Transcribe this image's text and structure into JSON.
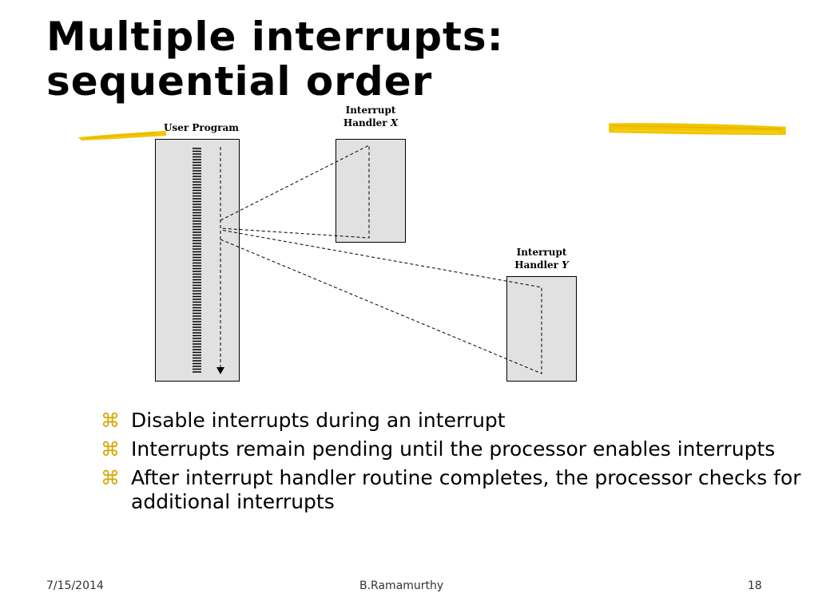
{
  "slide": {
    "title_line1": "Multiple interrupts:",
    "title_line2": "sequential order"
  },
  "diagram": {
    "user_program_label": "User Program",
    "handler_x_line1": "Interrupt",
    "handler_x_line2": "Handler",
    "handler_x_var": "X",
    "handler_y_line1": "Interrupt",
    "handler_y_line2": "Handler",
    "handler_y_var": "Y"
  },
  "bullets": [
    "Disable interrupts during an interrupt",
    "Interrupts remain pending until the processor enables interrupts",
    "After interrupt handler routine completes, the processor checks for additional interrupts"
  ],
  "bullet_icon": "command-key-icon",
  "footer": {
    "date": "7/15/2014",
    "author": "B.Ramamurthy",
    "page": "18"
  },
  "colors": {
    "accent": "#f2c500",
    "box_fill": "#e1e1e1"
  }
}
